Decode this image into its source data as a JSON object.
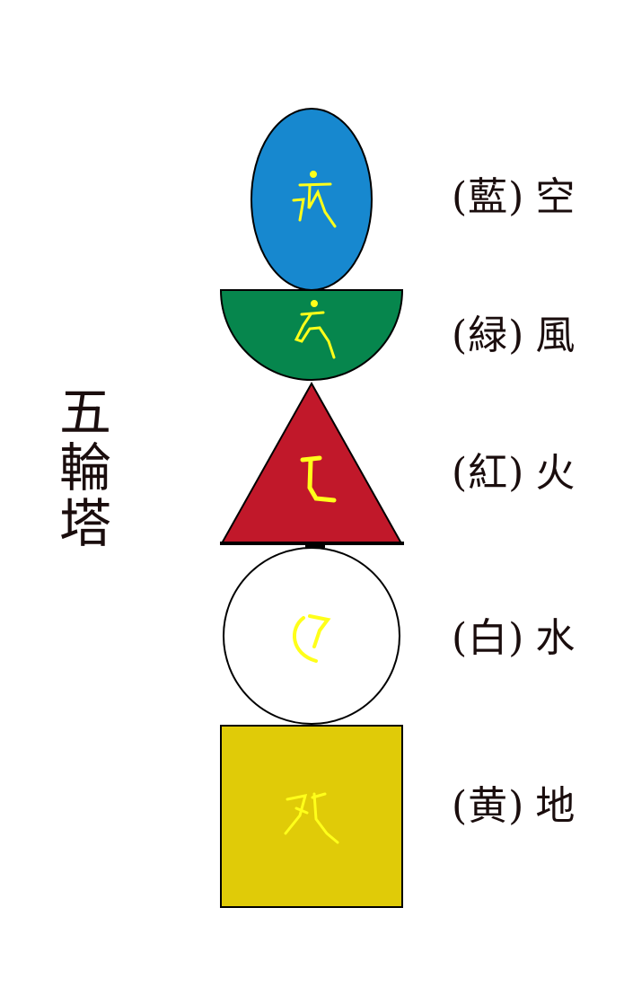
{
  "title": [
    "五",
    "輪",
    "塔"
  ],
  "colors": {
    "sky": "#1788cf",
    "wind": "#06864d",
    "fire": "#c1182a",
    "water": "#ffffff",
    "earth": "#e0cb08",
    "glyph": "#ffff1a"
  },
  "tiers": [
    {
      "color_label": "(藍)",
      "element": "空",
      "shape": "ellipse",
      "glyph_icon": "siddham-kha-icon"
    },
    {
      "color_label": "(緑)",
      "element": "風",
      "shape": "hemisphere",
      "glyph_icon": "siddham-ha-icon"
    },
    {
      "color_label": "(紅)",
      "element": "火",
      "shape": "triangle",
      "glyph_icon": "siddham-ra-icon"
    },
    {
      "color_label": "(白)",
      "element": "水",
      "shape": "circle",
      "glyph_icon": "siddham-va-icon"
    },
    {
      "color_label": "(黄)",
      "element": "地",
      "shape": "square",
      "glyph_icon": "siddham-a-icon"
    }
  ]
}
